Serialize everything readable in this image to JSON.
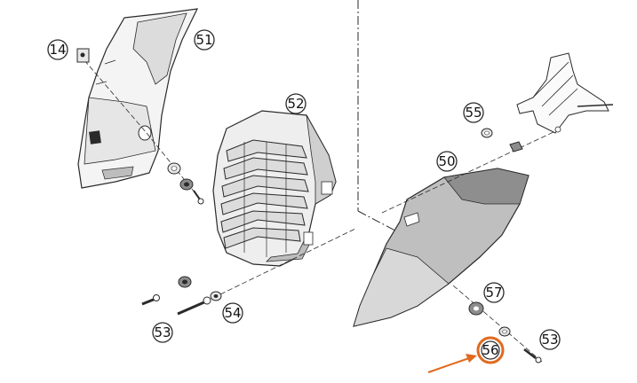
{
  "colors": {
    "line": "#2a2a2a",
    "fill_light": "#f4f4f4",
    "fill_mid": "#cfcfcf",
    "fill_dark": "#8c8c8c",
    "highlight": "#e06a1f",
    "arrow": "#e06a1f"
  },
  "callouts": {
    "c14": "14",
    "c51": "51",
    "c52": "52",
    "c55": "55",
    "c50": "50",
    "c57": "57",
    "c54": "54",
    "c53a": "53",
    "c53b": "53",
    "c56": "56"
  },
  "highlighted_callout": "56"
}
